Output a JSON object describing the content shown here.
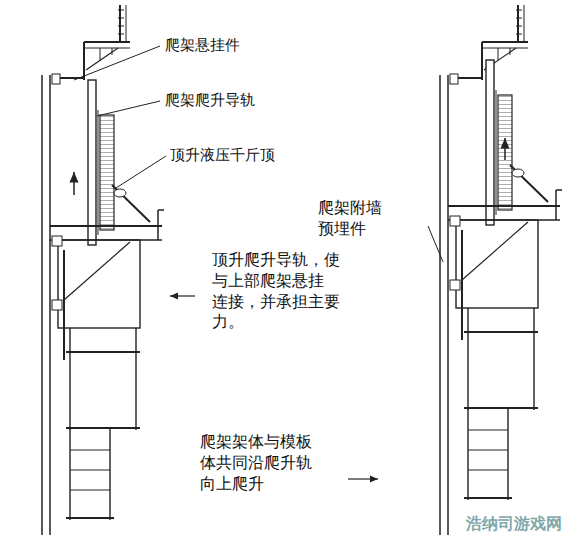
{
  "diagram": {
    "labels": [
      "爬架悬挂件",
      "爬架爬升导轨",
      "顶升液压千斤顶",
      "顶升爬升导轨，使 与上部爬架悬挂 连接，并承担主要 力。",
      "爬架附墙 预埋件",
      "爬架架体与模板 体共同沿爬升轨 向上爬升",
      "浩纳司游戏网"
    ]
  }
}
